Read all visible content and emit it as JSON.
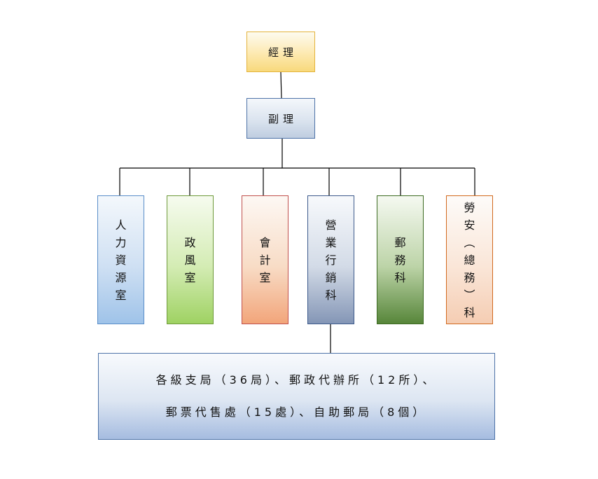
{
  "org_chart": {
    "manager": {
      "label": "經理"
    },
    "deputy": {
      "label": "副理"
    },
    "units": [
      {
        "id": "hr",
        "label_chars": [
          "人",
          "力",
          "資",
          "源",
          "室"
        ]
      },
      {
        "id": "ethics",
        "label_chars": [
          "政",
          "風",
          "室"
        ]
      },
      {
        "id": "accounting",
        "label_chars": [
          "會",
          "計",
          "室"
        ]
      },
      {
        "id": "marketing",
        "label_chars": [
          "營",
          "業",
          "行",
          "銷",
          "科"
        ]
      },
      {
        "id": "postal",
        "label_chars": [
          "郵",
          "務",
          "科"
        ]
      },
      {
        "id": "labor",
        "label_chars": [
          "勞",
          "安",
          "︵",
          "總",
          "務",
          "︶",
          "科"
        ]
      }
    ],
    "offices": {
      "line1": "各級支局（36局）、郵政代辦所（12所）、",
      "line2": "郵票代售處（15處）、自助郵局（8個）"
    }
  }
}
